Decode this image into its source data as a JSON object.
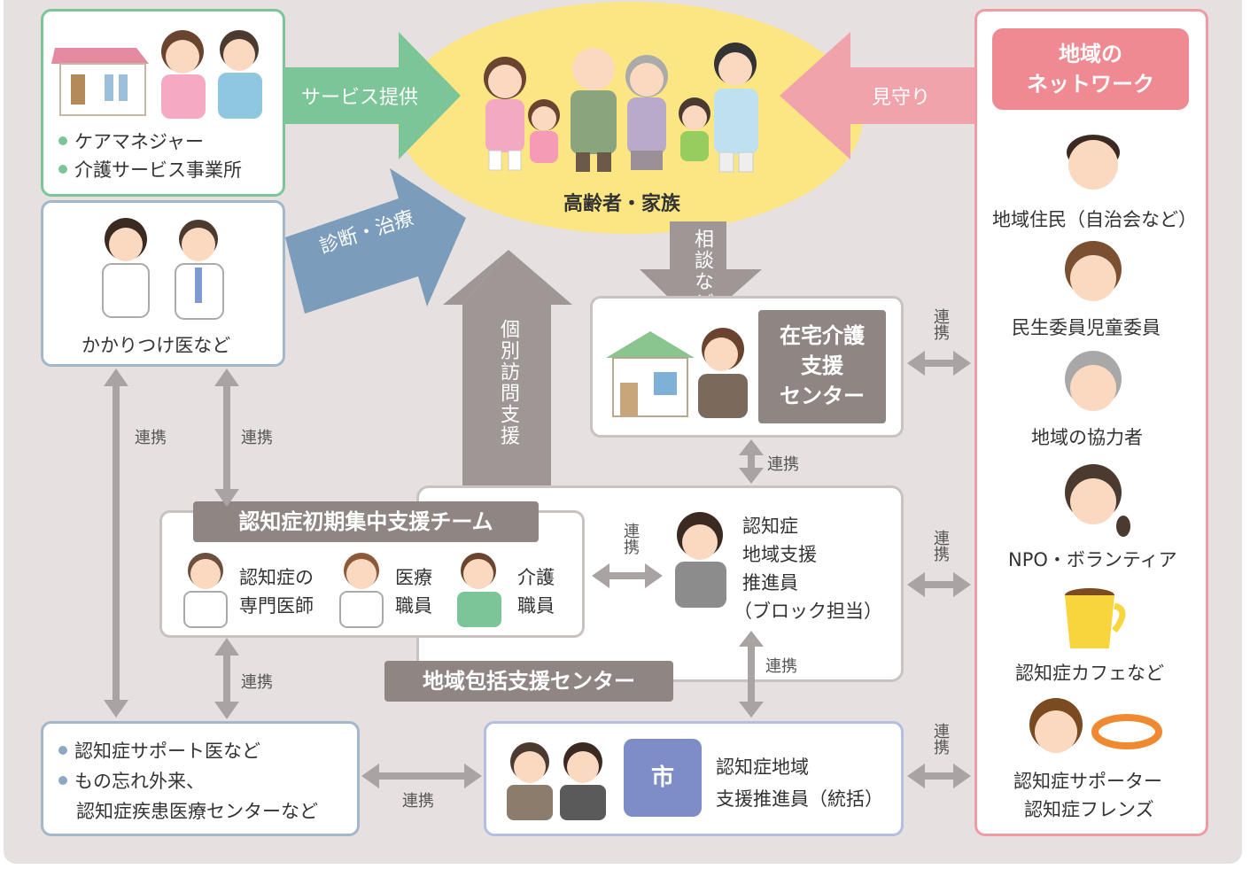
{
  "title_center": "高齢者・家族",
  "arrows": {
    "service": "サービス提供",
    "diagnosis": "診断・治療",
    "watch": "見守り",
    "consult": "相談など",
    "visit": "個別訪問支援"
  },
  "care_box": {
    "items": [
      "ケアマネジャー",
      "介護サービス事業所"
    ]
  },
  "doctor_box": {
    "label": "かかりつけ医など"
  },
  "home_care_center": {
    "label_line1": "在宅介護",
    "label_line2": "支援",
    "label_line3": "センター"
  },
  "team": {
    "title": "認知症初期集中支援チーム",
    "members": [
      {
        "line1": "認知症の",
        "line2": "専門医師"
      },
      {
        "line1": "医療",
        "line2": "職員"
      },
      {
        "line1": "介護",
        "line2": "職員"
      }
    ]
  },
  "promoter": {
    "line1": "認知症",
    "line2": "地域支援",
    "line3": "推進員",
    "line4": "（ブロック担当）"
  },
  "regional_center": {
    "label": "地域包括支援センター"
  },
  "support_doctor_box": {
    "items": [
      "認知症サポート医など",
      "もの忘れ外来、"
    ],
    "extra": "認知症疾患医療センターなど"
  },
  "city_box": {
    "badge": "市",
    "line1": "認知症地域",
    "line2": "支援推進員（統括）"
  },
  "network": {
    "title_line1": "地域の",
    "title_line2": "ネットワーク",
    "members": [
      "地域住民（自治会など）",
      "民生委員児童委員",
      "地域の協力者",
      "NPO・ボランティア",
      "認知症カフェなど"
    ],
    "last_line1": "認知症サポーター",
    "last_line2": "認知症フレンズ"
  },
  "link_label": "連携",
  "link_label_vertical": "連携",
  "colors": {
    "green": "#7bc598",
    "blue": "#7b9cbb",
    "pink": "#f1a3ab",
    "gray": "#9f9795",
    "yellow": "#fbe683",
    "network_border": "#f09aa4",
    "network_title_bg": "#f08a92",
    "city_badge": "#7e8cc7"
  }
}
